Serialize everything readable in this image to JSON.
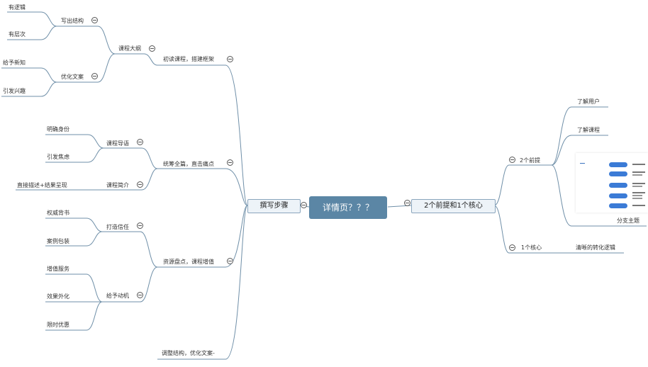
{
  "diagram": {
    "title": "详情页？？？",
    "left_branch": "撰写步骤",
    "right_branch": "2个前提和1个核心",
    "nodes": {
      "n1": "初读课程，搭建框架",
      "n1a": "课程大纲",
      "n1a1": "写出结构",
      "n1a1a": "有逻辑",
      "n1a1b": "有层次",
      "n1a2": "优化文案",
      "n1a2a": "给予新知",
      "n1a2b": "引发兴趣",
      "n2": "统筹全篇，直击痛点",
      "n2a": "课程导语",
      "n2a1": "明确身份",
      "n2a2": "引发焦虑",
      "n2b": "课程简介",
      "n2b1": "直接描述+结果呈现",
      "n3": "资源盘点，课程增值",
      "n3a": "打造信任",
      "n3a1": "权威背书",
      "n3a2": "案例包装",
      "n3b": "给予动机",
      "n3b1": "增值服务",
      "n3b2": "效果外化",
      "n3b3": "限时优惠",
      "n4": "调整结构，优化文案-",
      "r1": "2个前提",
      "r1a": "了解用户",
      "r1b": "了解课程",
      "r1c": "分支主题",
      "r2": "1个核心",
      "r2a": "清晰的转化逻辑"
    }
  }
}
